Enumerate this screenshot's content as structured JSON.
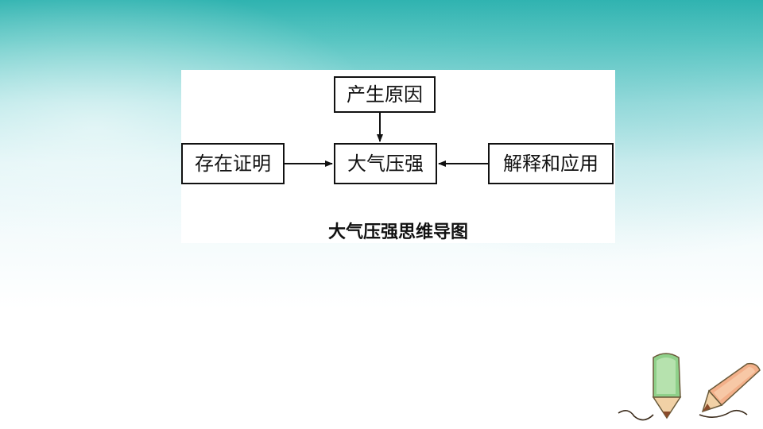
{
  "diagram": {
    "top_node": "产生原因",
    "center_node": "大气压强",
    "left_node": "存在证明",
    "right_node": "解释和应用",
    "caption": "大气压强思维导图"
  },
  "colors": {
    "background_top": "#2fb3b0",
    "background_bottom": "#ffffff",
    "box_border": "#111111"
  },
  "decorations": {
    "pencil_left": "green-pencil-icon",
    "pencil_right": "orange-pencil-icon"
  }
}
